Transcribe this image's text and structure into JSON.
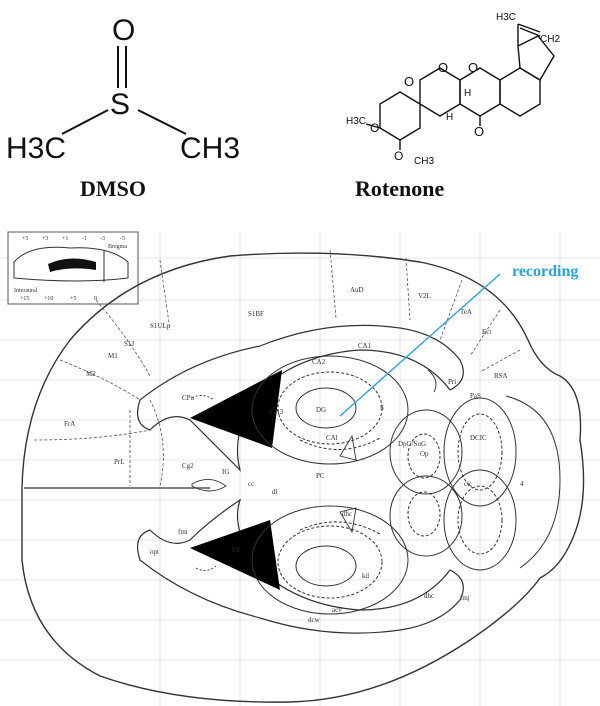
{
  "dmso": {
    "name": "DMSO",
    "atom_o": "O",
    "atom_s": "S",
    "group_left": "H3C",
    "group_right": "CH3"
  },
  "rotenone": {
    "name": "Rotenone",
    "top_group": "H3C",
    "top_group_right": "CH2",
    "ring_o1": "O",
    "ring_o2": "O",
    "ring_o3": "O",
    "stereo_h1": "H",
    "stereo_h2": "H",
    "methoxy1": "H3C",
    "methoxy1_o": "O",
    "methoxy2_o": "O",
    "methoxy2": "CH3",
    "ketone_o": "O"
  },
  "brain": {
    "recording_label": "recording",
    "colors": {
      "recording": "#29a3df",
      "ventricle": "#000000",
      "line": "#333333"
    },
    "inset": {
      "top_ticks": [
        "+5",
        "+3",
        "+1",
        "-1",
        "-3",
        "-5"
      ],
      "bregma": "Bregma",
      "interaural": "Interaural",
      "bottom_ticks": [
        "+15",
        "+10",
        "+5",
        "0"
      ]
    },
    "regions": {
      "AuD": "AuD",
      "V2L": "V2L",
      "TeA": "TeA",
      "Ect": "Ect",
      "RSA": "RSA",
      "S1BF": "S1BF",
      "S1ULp": "S1ULp",
      "S1J": "S1J",
      "M1": "M1",
      "M2": "M2",
      "FrA": "FrA",
      "PrL": "PrL",
      "Cg2": "Cg2",
      "Cpu": "CPu",
      "CA1": "CA1",
      "CA2": "CA2",
      "CA3": "CA3",
      "DG": "DG",
      "S": "S",
      "CAl": "CAl",
      "cc": "cc",
      "dl": "dl",
      "IG": "IG",
      "PC": "PC",
      "dhc": "dhc",
      "fmi": "fmi",
      "opt": "opt",
      "LV": "LV",
      "kd": "kd",
      "dhc2": "dhc",
      "fmj": "fmj",
      "dcw": "dcw",
      "Pri": "Pri",
      "PaS": "PaS",
      "Op": "Op",
      "DpG": "DpG/SuG",
      "DCIC": "DCIC",
      "cic": "cic",
      "four": "4",
      "acv": "acv"
    }
  }
}
